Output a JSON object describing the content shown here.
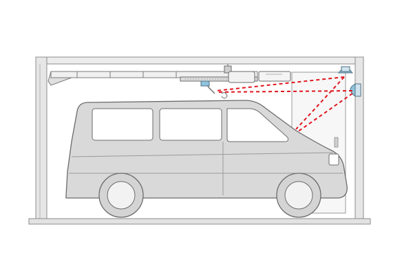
{
  "figure": {
    "subject": "garage-door-opener-with-safety-sensors",
    "colors": {
      "background": "#ffffff",
      "wall": "#e6e6e6",
      "wall_outline": "#8c8c8c",
      "vehicle_body": "#d9d9d9",
      "vehicle_outline": "#6b6b6b",
      "window": "#ffffff",
      "tire": "#d4d4d4",
      "rim": "#f2f2f2",
      "rail": "#f0f0f0",
      "sensor": "#8fc3de",
      "beam": "#e0151d"
    },
    "icons": [
      "garage-structure",
      "door-rail",
      "opener-motor",
      "ceiling-sensor-icon",
      "wall-sensor-icon",
      "van",
      "sensor-beams"
    ]
  }
}
